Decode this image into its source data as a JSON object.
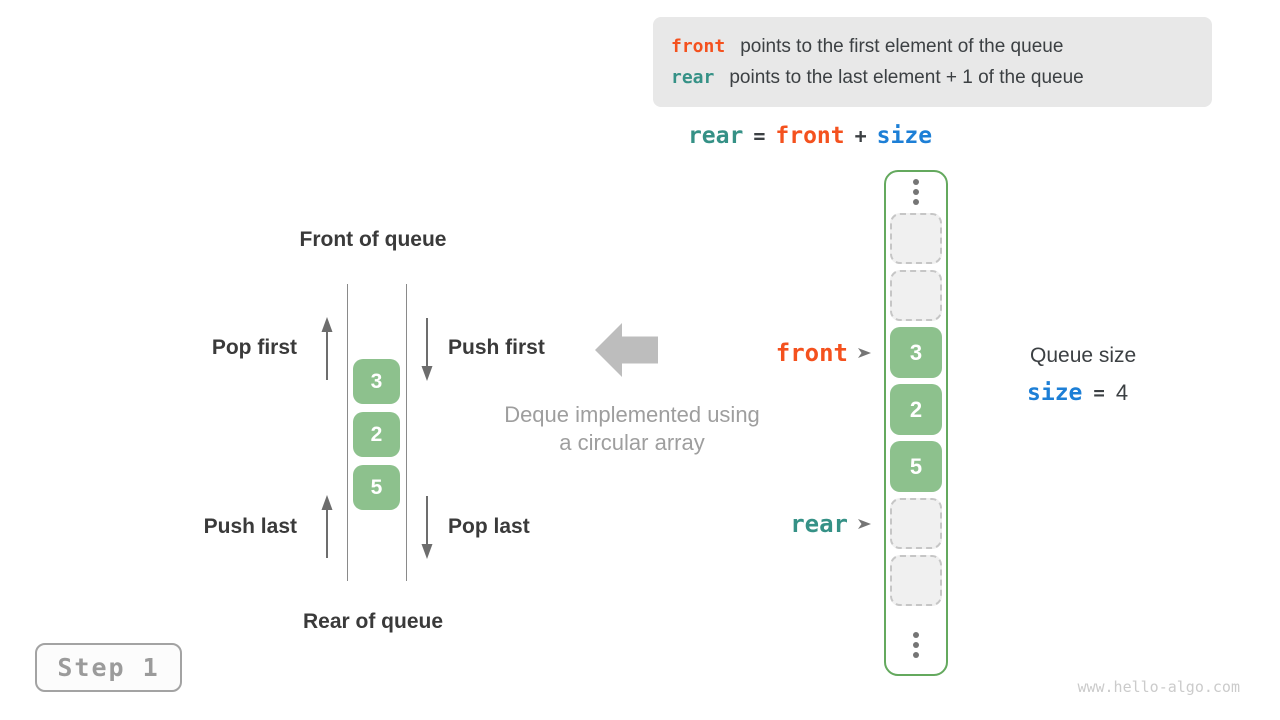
{
  "legend": {
    "lines": [
      {
        "keyword": "front",
        "description": "points to the first element of the queue"
      },
      {
        "keyword": "rear",
        "description": "points to the last element + 1 of the queue"
      }
    ]
  },
  "formula": {
    "rear": "rear",
    "equals": "=",
    "front": "front",
    "plus": "+",
    "size": "size"
  },
  "left_queue": {
    "front_of_queue": "Front of queue",
    "rear_of_queue": "Rear of queue",
    "pop_first": "Pop first",
    "push_first": "Push first",
    "push_last": "Push last",
    "pop_last": "Pop last",
    "cells": [
      "3",
      "2",
      "5"
    ]
  },
  "center_caption": {
    "line1": "Deque implemented using",
    "line2": "a circular array"
  },
  "array_column": {
    "front_pointer": "front",
    "rear_pointer": "rear",
    "filled_cells": [
      "3",
      "2",
      "5"
    ]
  },
  "queue_size": {
    "title": "Queue size",
    "variable": "size",
    "equals": "=",
    "value": "4"
  },
  "step_badge": {
    "label": "Step 1"
  },
  "watermark": "www.hello-algo.com",
  "colors": {
    "front_orange": "#f4511e",
    "rear_teal": "#359186",
    "size_blue": "#1d7fd6",
    "cell_green": "#8dc18d",
    "column_border_green": "#64a95e",
    "legend_background": "#e8e8e8",
    "dark_text": "#3c4043",
    "caption_gray": "#9e9e9e"
  }
}
